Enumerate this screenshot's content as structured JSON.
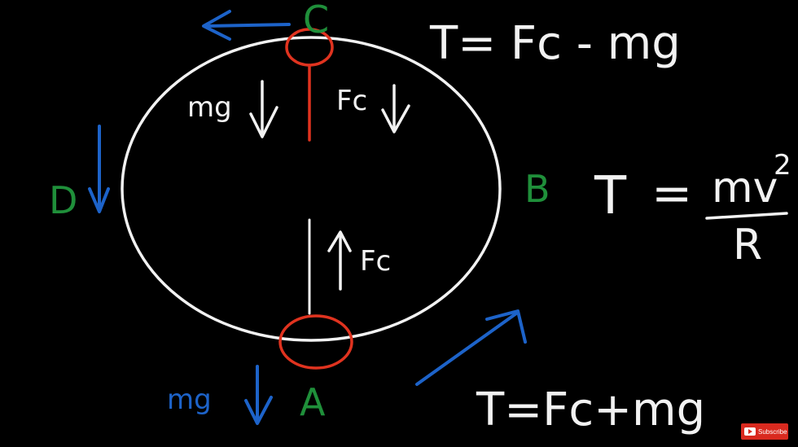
{
  "points": {
    "top": "C",
    "right": "B",
    "bottom": "A",
    "left": "D"
  },
  "forces": {
    "top_weight": "mg",
    "top_centripetal": "Fc",
    "bottom_centripetal": "Fc",
    "bottom_weight": "mg"
  },
  "equations": {
    "top": "T= Fc - mg",
    "middle_lhs": "T",
    "middle_eq": "=",
    "middle_num": "mv",
    "middle_exp": "2",
    "middle_den": "R",
    "bottom": "T=Fc+mg"
  },
  "colors": {
    "background": "#000000",
    "circle": "#ffffff",
    "mass": "#e0331f",
    "motion_arrows": "#1d63c9",
    "point_labels": "#1f8f3a"
  },
  "subscribe": {
    "label": "Subscribe"
  }
}
